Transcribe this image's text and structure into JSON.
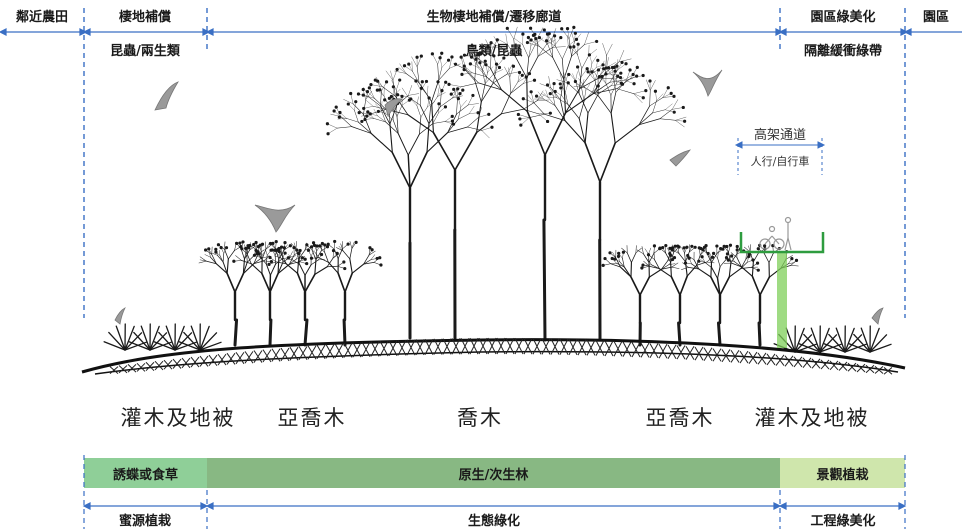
{
  "zones": {
    "top": [
      {
        "id": "farm",
        "label": "鄰近農田"
      },
      {
        "id": "habitat",
        "label": "棲地補償"
      },
      {
        "id": "corridor",
        "label": "生物棲地補償/遷移廊道"
      },
      {
        "id": "buffer",
        "label": "園區綠美化"
      },
      {
        "id": "park",
        "label": "園區"
      }
    ],
    "second": [
      {
        "id": "habitat2",
        "label": "昆蟲/兩生類"
      },
      {
        "id": "corridor2",
        "label": "鳥類/昆蟲"
      },
      {
        "id": "buffer2",
        "label": "隔離緩衝綠帶"
      }
    ]
  },
  "plants": [
    {
      "id": "shrub-left",
      "label": "灌木及地被"
    },
    {
      "id": "subtree-left",
      "label": "亞喬木"
    },
    {
      "id": "tree",
      "label": "喬木"
    },
    {
      "id": "subtree-right",
      "label": "亞喬木"
    },
    {
      "id": "shrub-right",
      "label": "灌木及地被"
    }
  ],
  "walkway": {
    "title": "高架通道",
    "subtitle": "人行/自行車"
  },
  "bottom_bars": [
    {
      "id": "butterfly",
      "label": "誘蝶或食草",
      "color": "#8fcf98"
    },
    {
      "id": "native",
      "label": "原生/次生林",
      "color": "#88b883"
    },
    {
      "id": "landscape",
      "label": "景觀植栽",
      "color": "#cfe6ac"
    }
  ],
  "bottom_labels": [
    {
      "id": "nectar",
      "label": "蜜源植栽"
    },
    {
      "id": "eco",
      "label": "生態綠化"
    },
    {
      "id": "eng",
      "label": "工程綠美化"
    }
  ],
  "colors": {
    "divider": "#3a6fc4",
    "walkway": "#2e9c3f",
    "ground": "#222222"
  }
}
